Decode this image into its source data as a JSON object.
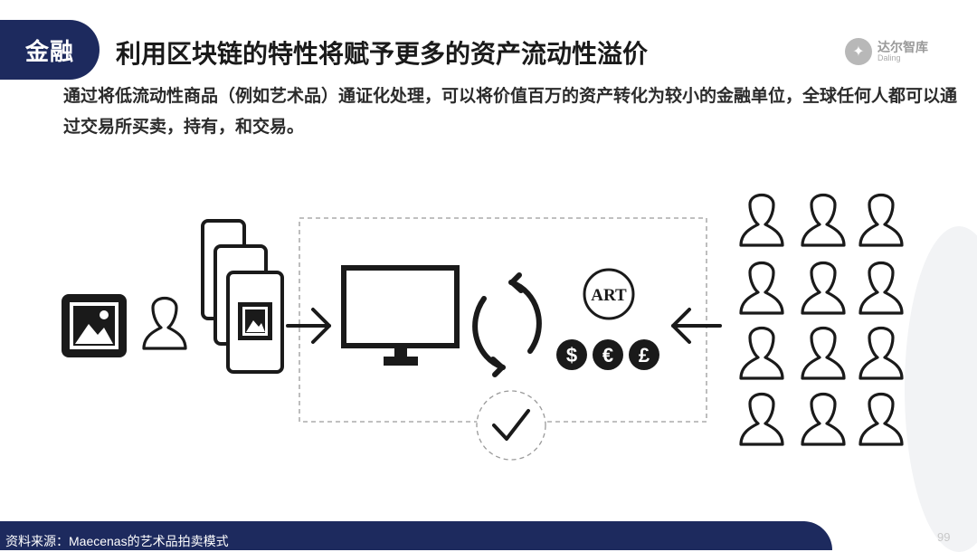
{
  "header": {
    "tag": "金融",
    "title": "利用区块链的特性将赋予更多的资产流动性溢价"
  },
  "logo": {
    "icon": "spark-logo-icon",
    "name_cn": "达尔智库",
    "name_en": "Daling"
  },
  "description": "通过将低流动性商品（例如艺术品）通证化处理，可以将价值百万的资产转化为较小的金融单位，全球任何人都可以通过交易所买卖，持有，和交易。",
  "diagram": {
    "art_label": "ART",
    "currencies": [
      "$",
      "€",
      "£"
    ],
    "icons": [
      "framed-picture-icon",
      "person-icon",
      "stacked-cards-icon",
      "arrow-right-icon",
      "monitor-icon",
      "cycle-arrows-icon",
      "currency-coins-icon",
      "arrow-left-icon",
      "checkmark-icon"
    ]
  },
  "footer": {
    "source": "资料来源：Maecenas的艺术品拍卖模式",
    "page": "99"
  },
  "colors": {
    "navy": "#1d2a5e",
    "icon": "#1a1a1a"
  }
}
